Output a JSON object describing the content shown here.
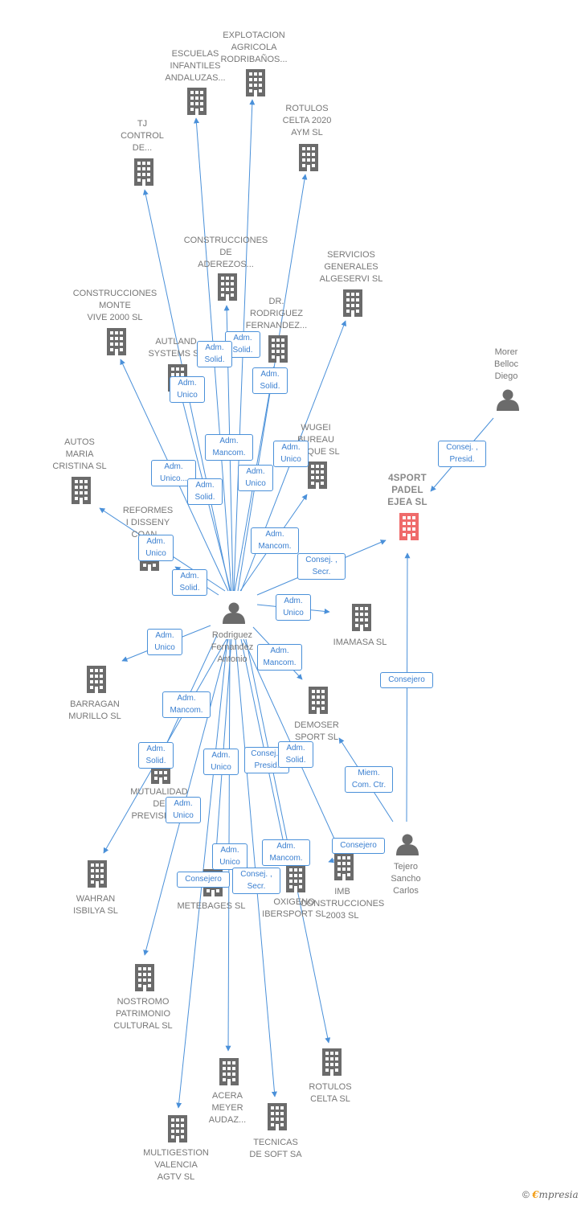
{
  "colors": {
    "edge": "#4a90d9",
    "node": "#6b6b6b",
    "focus": "#ef6a35",
    "label_text": "#777777"
  },
  "icons": {
    "company": "building-icon",
    "person": "person-icon"
  },
  "nodes": [
    {
      "id": "n_explotacion",
      "type": "company",
      "label": "EXPLOTACION\nAGRICOLA\nRODRIBAÑOS..."
    },
    {
      "id": "n_escuelas",
      "type": "company",
      "label": "ESCUELAS\nINFANTILES\nANDALUZAS..."
    },
    {
      "id": "n_rotulos2020",
      "type": "company",
      "label": "ROTULOS\nCELTA 2020\nAYM  SL"
    },
    {
      "id": "n_tj",
      "type": "company",
      "label": "TJ\nCONTROL\nDE..."
    },
    {
      "id": "n_aderezos",
      "type": "company",
      "label": "CONSTRUCCIONES\nDE\nADEREZOS..."
    },
    {
      "id": "n_servicios",
      "type": "company",
      "label": "SERVICIOS\nGENERALES\nALGESERVI  SL"
    },
    {
      "id": "n_monte",
      "type": "company",
      "label": "CONSTRUCCIONES\nMONTE\nVIVE 2000 SL"
    },
    {
      "id": "n_drrod",
      "type": "company",
      "label": "DR.\nRODRIGUEZ\nFERNANDEZ..."
    },
    {
      "id": "n_autland",
      "type": "company",
      "label": "AUTLAND\nSYSTEMS SL"
    },
    {
      "id": "n_morer",
      "type": "person",
      "label": "Morer\nBelloc\nDiego"
    },
    {
      "id": "n_wugei",
      "type": "company",
      "label": "WUGEI\nBUREAU\nUNIQUE SL"
    },
    {
      "id": "n_autos",
      "type": "company",
      "label": "AUTOS\nMARIA\nCRISTINA SL"
    },
    {
      "id": "n_4sport",
      "type": "focus",
      "label": "4SPORT\nPADEL\nEJEA  SL"
    },
    {
      "id": "n_reformes",
      "type": "company",
      "label": "REFORMES\nI DISSENY\nCOAN..."
    },
    {
      "id": "n_rodriguez",
      "type": "person",
      "label": "Rodriguez\nFernandez\nAntonio"
    },
    {
      "id": "n_imamasa",
      "type": "company",
      "label": "IMAMASA  SL"
    },
    {
      "id": "n_barragan",
      "type": "company",
      "label": "BARRAGAN\nMURILLO SL"
    },
    {
      "id": "n_demoser",
      "type": "company",
      "label": "DEMOSER\nSPORT SL"
    },
    {
      "id": "n_mutualidad",
      "type": "company",
      "label": "MUTUALIDAD\nDE\nPREVISION..."
    },
    {
      "id": "n_tejero",
      "type": "person",
      "label": "Tejero\nSancho\nCarlos"
    },
    {
      "id": "n_wahran",
      "type": "company",
      "label": "WAHRAN\nISBILYA SL"
    },
    {
      "id": "n_metebages",
      "type": "company",
      "label": "METEBAGES  SL"
    },
    {
      "id": "n_oxigeno",
      "type": "company",
      "label": "OXIGENO\nIBERSPORT SL"
    },
    {
      "id": "n_imb",
      "type": "company",
      "label": "IMB\nCONSTRUCCIONES\n2003  SL"
    },
    {
      "id": "n_nostromo",
      "type": "company",
      "label": "NOSTROMO\nPATRIMONIO\nCULTURAL  SL"
    },
    {
      "id": "n_acera",
      "type": "company",
      "label": "ACERA\nMEYER\nAUDAZ..."
    },
    {
      "id": "n_rotulos",
      "type": "company",
      "label": "ROTULOS\nCELTA  SL"
    },
    {
      "id": "n_tecnicas",
      "type": "company",
      "label": "TECNICAS\nDE SOFT SA"
    },
    {
      "id": "n_multigestion",
      "type": "company",
      "label": "MULTIGESTION\nVALENCIA\nAGTV SL"
    }
  ],
  "edges": [
    {
      "from": "n_rodriguez",
      "to": "n_explotacion",
      "label": "Adm.\nSolid."
    },
    {
      "from": "n_rodriguez",
      "to": "n_escuelas",
      "label": "Adm.\nSolid."
    },
    {
      "from": "n_rodriguez",
      "to": "n_rotulos2020",
      "label": "Adm.\nMancom."
    },
    {
      "from": "n_rodriguez",
      "to": "n_tj",
      "label": "Adm.\nUnico"
    },
    {
      "from": "n_rodriguez",
      "to": "n_aderezos",
      "label": "Adm.\nUnico"
    },
    {
      "from": "n_rodriguez",
      "to": "n_servicios",
      "label": "Adm.\nUnico"
    },
    {
      "from": "n_rodriguez",
      "to": "n_monte",
      "label": "Adm.\nUnico..."
    },
    {
      "from": "n_rodriguez",
      "to": "n_drrod",
      "label": "Adm.\nSolid."
    },
    {
      "from": "n_rodriguez",
      "to": "n_autland",
      "label": "Adm.\nSolid."
    },
    {
      "from": "n_rodriguez",
      "to": "n_wugei",
      "label": "Adm.\nMancom."
    },
    {
      "from": "n_rodriguez",
      "to": "n_autos",
      "label": "Adm.\nUnico"
    },
    {
      "from": "n_rodriguez",
      "to": "n_reformes",
      "label": "Adm.\nSolid."
    },
    {
      "from": "n_rodriguez",
      "to": "n_4sport",
      "label": "Consej. ,\nSecr."
    },
    {
      "from": "n_morer",
      "to": "n_4sport",
      "label": "Consej. ,\nPresid."
    },
    {
      "from": "n_tejero",
      "to": "n_4sport",
      "label": "Consejero"
    },
    {
      "from": "n_rodriguez",
      "to": "n_imamasa",
      "label": "Adm.\nUnico"
    },
    {
      "from": "n_rodriguez",
      "to": "n_barragan",
      "label": "Adm.\nUnico"
    },
    {
      "from": "n_rodriguez",
      "to": "n_demoser",
      "label": "Adm.\nMancom."
    },
    {
      "from": "n_tejero",
      "to": "n_demoser",
      "label": "Adm.\nMancom."
    },
    {
      "from": "n_rodriguez",
      "to": "n_mutualidad",
      "label": "Miem.\nCom. Ctr."
    },
    {
      "from": "n_rodriguez",
      "to": "n_wahran",
      "label": "Adm.\nSolid."
    },
    {
      "from": "n_rodriguez",
      "to": "n_metebages",
      "label": "Adm.\nUnico"
    },
    {
      "from": "n_rodriguez",
      "to": "n_oxigeno",
      "label": "Consej. ,\nPresid."
    },
    {
      "from": "n_rodriguez",
      "to": "n_imb",
      "label": "Adm.\nSolid."
    },
    {
      "from": "n_tejero",
      "to": "n_imb",
      "label": "Consejero"
    },
    {
      "from": "n_rodriguez",
      "to": "n_nostromo",
      "label": "Adm.\nUnico"
    },
    {
      "from": "n_rodriguez",
      "to": "n_acera",
      "label": "Adm.\nUnico"
    },
    {
      "from": "n_rodriguez",
      "to": "n_rotulos",
      "label": "Adm.\nMancom."
    },
    {
      "from": "n_rodriguez",
      "to": "n_tecnicas",
      "label": "Consej. ,\nSecr."
    },
    {
      "from": "n_rodriguez",
      "to": "n_multigestion",
      "label": "Consejero"
    }
  ],
  "footer": {
    "copyright": "©",
    "brand_first": "€",
    "brand_rest": "mpresia"
  }
}
